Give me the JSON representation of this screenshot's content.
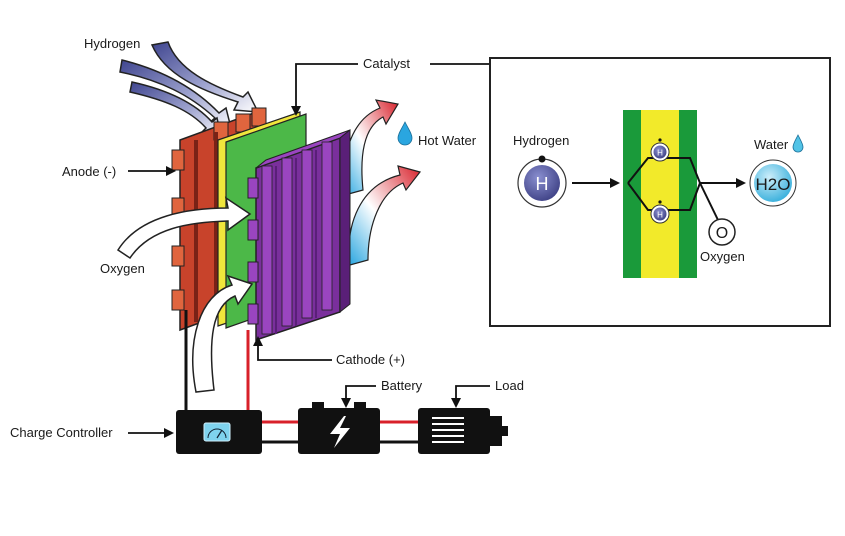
{
  "labels": {
    "hydrogen": "Hydrogen",
    "catalyst": "Catalyst",
    "hot_water": "Hot Water",
    "anode": "Anode (-)",
    "oxygen": "Oxygen",
    "cathode": "Cathode (+)",
    "battery": "Battery",
    "load": "Load",
    "charge_controller": "Charge Controller"
  },
  "inset": {
    "hydrogen": "Hydrogen",
    "water": "Water",
    "oxygen": "Oxygen",
    "h_symbol": "H",
    "o_symbol": "O",
    "h2o": "H2O"
  },
  "colors": {
    "anode": "#c8432b",
    "anode_light": "#e0653e",
    "electrolyte": "#f0e63c",
    "catalyst": "#4cb848",
    "cathode": "#7a2f9c",
    "cathode_light": "#9a45c0",
    "hydrogen_arrow": "#4a4f96",
    "hot": "#d8202a",
    "cold": "#2aa6e0",
    "membrane_green": "#1a9a3a",
    "membrane_yellow": "#f2ea2a",
    "atom_blue": "#4c4f9a",
    "water_blue": "#52c3e6",
    "wire_red": "#d8202a",
    "wire_black": "#111111"
  },
  "icons": [
    "water-drop-icon",
    "lightning-bolt-icon",
    "gauge-icon",
    "motor-icon"
  ]
}
